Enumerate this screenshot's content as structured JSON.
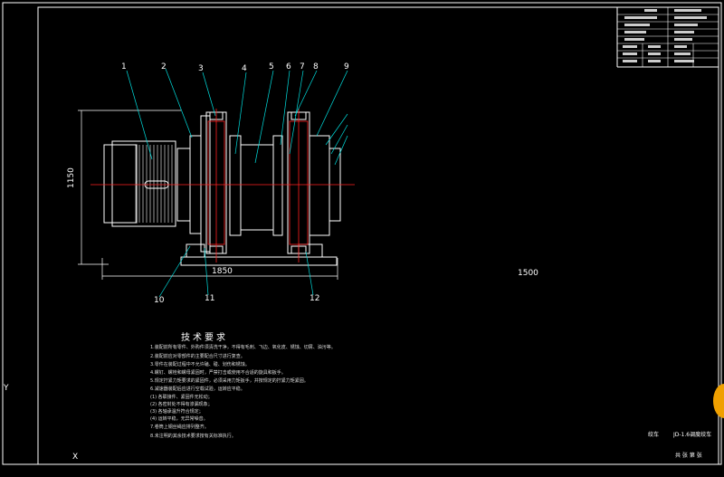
{
  "drawing": {
    "tech_title": "技术要求",
    "notes": [
      "1.装配前所有零件、外购件须清洗干净，不得有毛刺、飞边、氧化皮、锈蚀、切屑、油污等。",
      "2.装配前应对零部件的主要配合尺寸进行复查。",
      "3.零件在装配过程中不允许磕、碰、划伤和锈蚀。",
      "4.螺钉、螺栓和螺母紧固时，严禁打击或使用不合适的旋具和扳手。",
      "5.规定拧紧力矩要求的紧固件，必须采用力矩扳手，并按规定的拧紧力矩紧固。",
      "6.减速器装配后应进行空载试验，运转应平稳。",
      "  (1) 各联接件、紧固件无松动；",
      "  (2) 各密封处不得有渗漏现象；",
      "  (3) 各轴承温升符合规定；",
      "  (4) 运转平稳，无异常噪音。",
      "7.卷筒上钢丝绳应排列整齐。",
      "8.未注明的其余技术要求按有关标准执行。"
    ],
    "dimensions": {
      "height_front": "1150",
      "width_front": "1850",
      "width_side": "1500"
    },
    "part_labels_top": [
      "1",
      "2",
      "3",
      "4",
      "5",
      "6",
      "7",
      "8",
      "9"
    ],
    "part_labels_bottom": [
      "10",
      "11",
      "12"
    ]
  },
  "title_block": {
    "name_cell": "绞车",
    "code_cell": "JD-1.6调度绞车",
    "sheet_cell": "共 张 第 张"
  },
  "spec_table": {
    "rows": [
      "牵引力",
      "绳速",
      "容绳量",
      "钢丝绳直径",
      "电机功率",
      "外形尺寸",
      "重量"
    ]
  },
  "ucs": {
    "y_label": "Y",
    "x_label": "X"
  },
  "colors": {
    "background": "#000000",
    "line": "#ffffff",
    "center": "#ff2020",
    "leader": "#00e0e0"
  }
}
